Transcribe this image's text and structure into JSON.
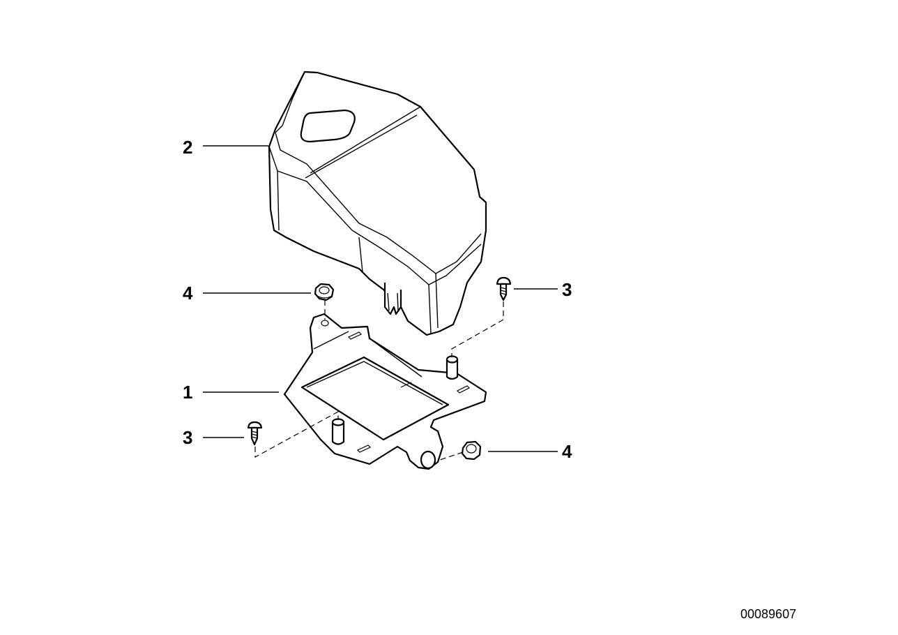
{
  "callouts": [
    {
      "id": "c2",
      "label": "2"
    },
    {
      "id": "c4a",
      "label": "4"
    },
    {
      "id": "c3a",
      "label": "3"
    },
    {
      "id": "c1",
      "label": "1"
    },
    {
      "id": "c3b",
      "label": "3"
    },
    {
      "id": "c4b",
      "label": "4"
    }
  ],
  "reference_number": "00089607",
  "colors": {
    "line": "#000000",
    "background": "#ffffff"
  }
}
